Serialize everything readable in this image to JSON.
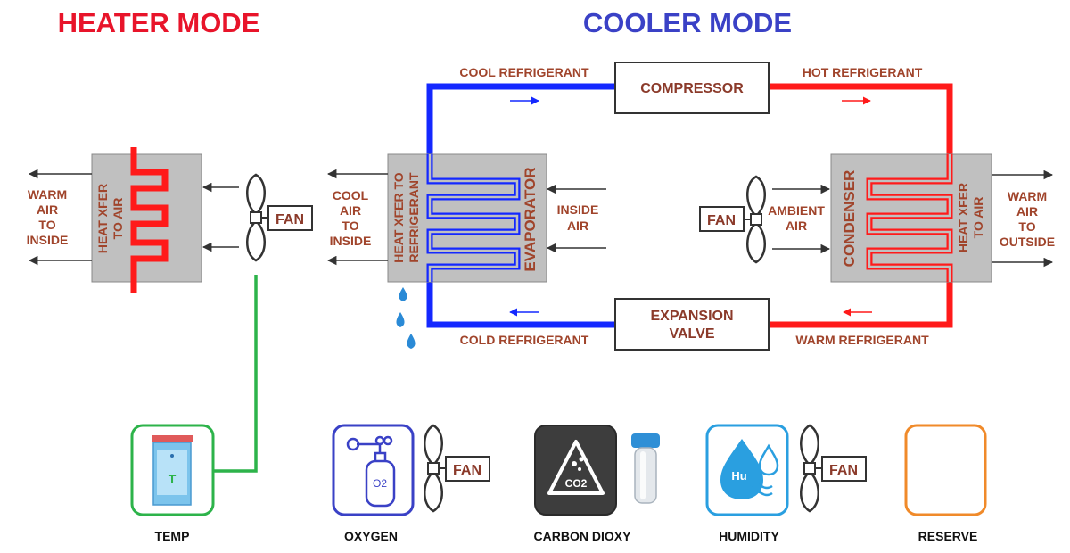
{
  "titles": {
    "heater": "HEATER MODE",
    "cooler": "COOLER MODE"
  },
  "colors": {
    "heater_title": "#e8142a",
    "cooler_title": "#3a41c6",
    "hot_line": "#ff1a1a",
    "cold_line": "#1428ff",
    "label": "#a0442b",
    "exchanger": "#c0c0c0",
    "wire": "#2db34a"
  },
  "heater": {
    "exchanger_label": [
      "HEAT XFER",
      "TO AIR"
    ],
    "out_label": [
      "WARM",
      "AIR",
      "TO",
      "INSIDE"
    ],
    "fan": "FAN"
  },
  "cooler": {
    "cool_refrigerant": "COOL REFRIGERANT",
    "hot_refrigerant": "HOT REFRIGERANT",
    "cold_refrigerant": "COLD REFRIGERANT",
    "warm_refrigerant": "WARM REFRIGERANT",
    "compressor": "COMPRESSOR",
    "expansion_valve": [
      "EXPANSION",
      "VALVE"
    ],
    "evaporator": "EVAPORATOR",
    "evap_xfer": [
      "HEAT XFER TO",
      "REFRIGERANT"
    ],
    "cool_air": [
      "COOL",
      "AIR",
      "TO",
      "INSIDE"
    ],
    "inside_air": [
      "INSIDE",
      "AIR"
    ],
    "condenser": "CONDENSER",
    "cond_xfer": [
      "HEAT XFER",
      "TO AIR"
    ],
    "ambient_air": [
      "AMBIENT",
      "AIR"
    ],
    "warm_air": [
      "WARM",
      "AIR",
      "TO",
      "OUTSIDE"
    ],
    "fan": "FAN"
  },
  "sensors": {
    "temp": "TEMP",
    "oxygen": "OXYGEN",
    "carbon": "CARBON DIOXY",
    "humidity": "HUMIDITY",
    "reserve": "RESERVE",
    "temp_glyph": "T",
    "o2_glyph": "O2",
    "co2_glyph": "CO2",
    "hu_glyph": "Hu",
    "fan": "FAN"
  }
}
